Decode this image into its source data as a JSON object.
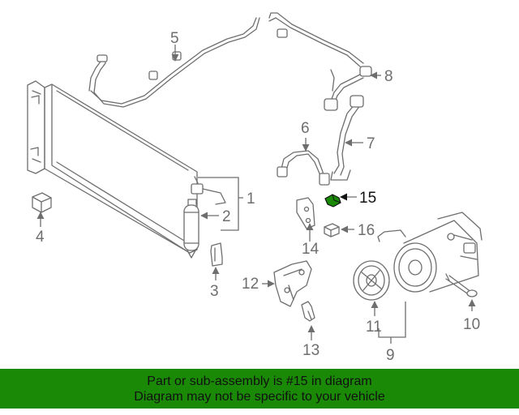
{
  "callouts": {
    "c1": "1",
    "c2": "2",
    "c3": "3",
    "c4": "4",
    "c5": "5",
    "c6": "6",
    "c7": "7",
    "c8": "8",
    "c9": "9",
    "c10": "10",
    "c11": "11",
    "c12": "12",
    "c13": "13",
    "c14": "14",
    "c15": "15",
    "c16": "16"
  },
  "highlight_color": "#1a8a06",
  "banner": {
    "line1": "Part or sub-assembly is #15 in diagram",
    "line2": "Diagram may not be specific to your vehicle",
    "background": "#1a8a06"
  }
}
